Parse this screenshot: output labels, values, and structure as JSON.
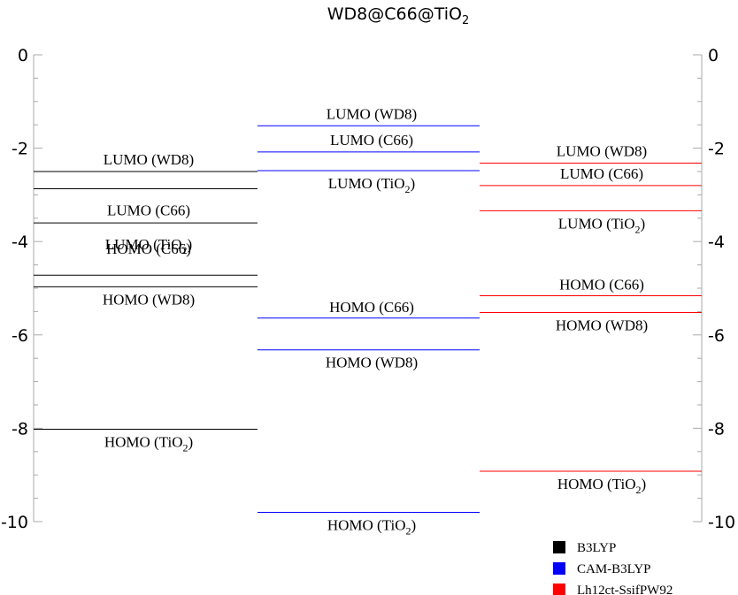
{
  "chart_data": {
    "type": "energy-level-diagram",
    "title": {
      "main": "WD8@C66@TiO",
      "sub": "2"
    },
    "ylim": [
      -10,
      0
    ],
    "y_ticks": [
      "0",
      "-2",
      "-4",
      "-6",
      "-8",
      "-10"
    ],
    "y_tick_values": [
      0,
      -2,
      -4,
      -6,
      -8,
      -10
    ],
    "grid": false,
    "legend_placement": "bottom-right",
    "series": [
      {
        "name": "B3LYP",
        "color": "#000000",
        "levels": [
          {
            "label": "LUMO (WD8)",
            "value": -2.5
          },
          {
            "label": "LUMO (C66)",
            "value": -2.87
          },
          {
            "label": "LUMO (TiO",
            "sub": "2",
            "label_end": ")",
            "value": -3.6
          },
          {
            "label": "HOMO (C66)",
            "value": -4.72
          },
          {
            "label": "HOMO (WD8)",
            "value": -4.97
          },
          {
            "label": "HOMO (TiO",
            "sub": "2",
            "label_end": ")",
            "value": -8.02
          }
        ]
      },
      {
        "name": "CAM-B3LYP",
        "color": "#0000ff",
        "levels": [
          {
            "label": "LUMO (WD8)",
            "value": -1.52
          },
          {
            "label": "LUMO (C66)",
            "value": -2.08
          },
          {
            "label": "LUMO (TiO",
            "sub": "2",
            "label_end": ")",
            "value": -2.48
          },
          {
            "label": "HOMO (C66)",
            "value": -5.64
          },
          {
            "label": "HOMO (WD8)",
            "value": -6.32
          },
          {
            "label": "HOMO (TiO",
            "sub": "2",
            "label_end": ")",
            "value": -9.8
          }
        ]
      },
      {
        "name": "Lh12ct-SsifPW92",
        "color": "#ff0000",
        "levels": [
          {
            "label": "LUMO (WD8)",
            "value": -2.32
          },
          {
            "label": "LUMO (C66)",
            "value": -2.8
          },
          {
            "label": "LUMO (TiO",
            "sub": "2",
            "label_end": ")",
            "value": -3.34
          },
          {
            "label": "HOMO (C66)",
            "value": -5.16
          },
          {
            "label": "HOMO (WD8)",
            "value": -5.52
          },
          {
            "label": "HOMO (TiO",
            "sub": "2",
            "label_end": ")",
            "value": -8.92
          }
        ]
      }
    ]
  }
}
